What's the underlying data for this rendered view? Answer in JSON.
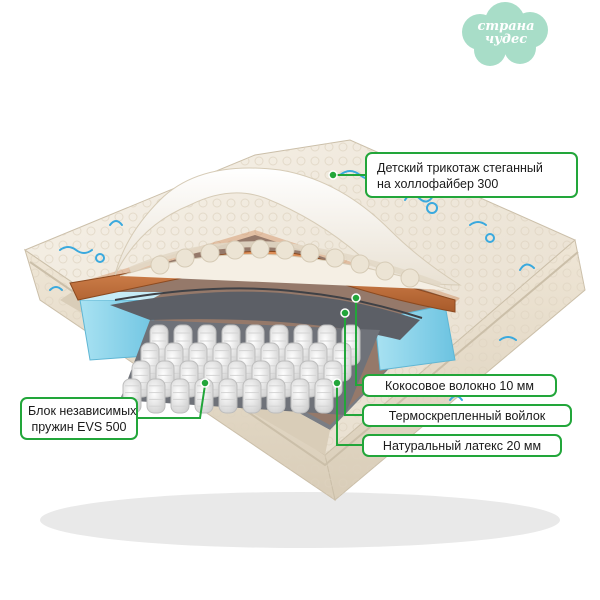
{
  "logo": {
    "line1": "страна",
    "line2": "чудес",
    "color": "#a8ddc8"
  },
  "callouts": {
    "top": {
      "line1": "Детский трикотаж стеганный",
      "line2": "на холлофайбер 300"
    },
    "left": {
      "line1": "Блок независимых",
      "line2": "пружин EVS 500"
    },
    "coconut": "Кокосовое волокно 10 мм",
    "felt": "Термоскрепленный войлок",
    "latex": "Натуральный латекс 20 мм"
  },
  "colors": {
    "accent_green": "#22a63a",
    "cover": "#efe7d9",
    "coconut_fiber": "#c9733a",
    "felt": "#5c5f66",
    "foam_blue": "#8fd3ea",
    "springs": "#f2f2f2",
    "pattern_blue": "#3aa9de"
  }
}
